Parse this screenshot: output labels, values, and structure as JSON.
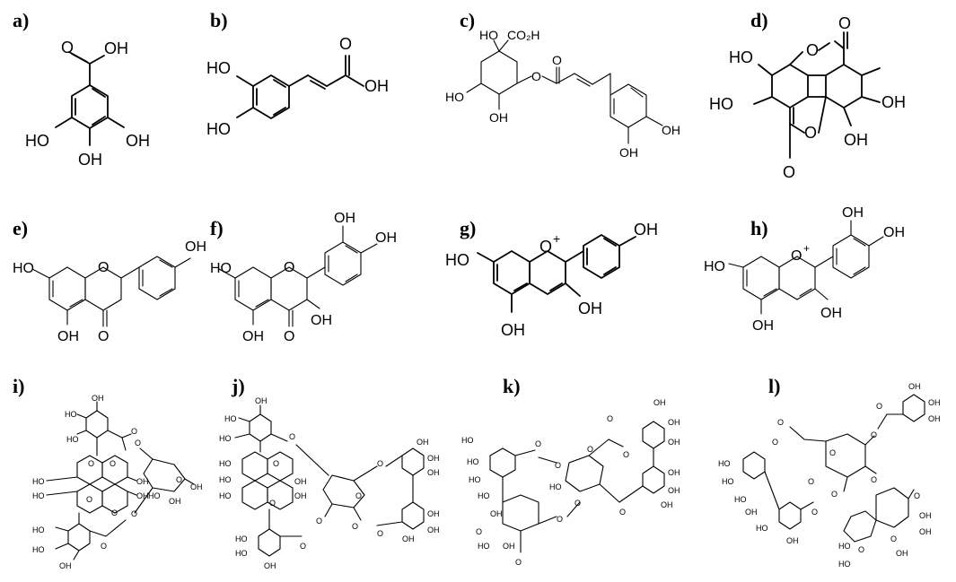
{
  "panels": [
    {
      "label": "a)"
    },
    {
      "label": "b)"
    },
    {
      "label": "c)"
    },
    {
      "label": "d)"
    },
    {
      "label": "e)"
    },
    {
      "label": "f)"
    },
    {
      "label": "g)"
    },
    {
      "label": "h)"
    },
    {
      "label": "i)"
    },
    {
      "label": "j)"
    },
    {
      "label": "k)"
    },
    {
      "label": "l)"
    }
  ],
  "atoms": {
    "OH": "OH",
    "HO": "HO",
    "O": "O",
    "O_plus": "O",
    "plus": "+",
    "CO2H": "CO₂H"
  }
}
